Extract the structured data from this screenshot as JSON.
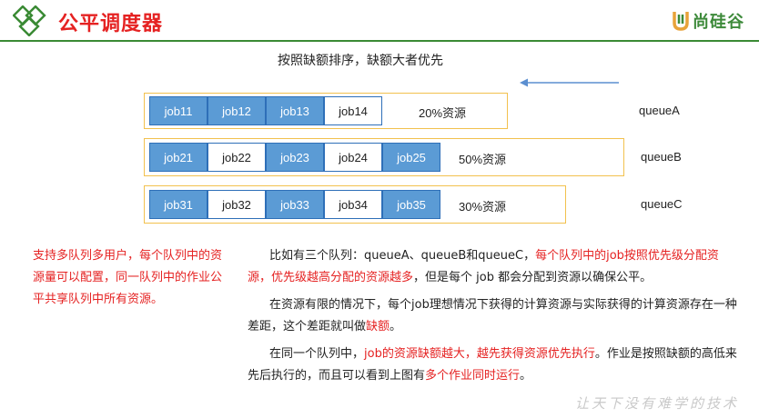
{
  "header": {
    "title": "公平调度器",
    "brand": "尚硅谷",
    "colors": {
      "title": "#e52222",
      "brand": "#3d8a3a",
      "rule": "#3a8a34",
      "job_filled": "#5b9bd5",
      "frame": "#f2c14e"
    }
  },
  "subtitle": "按照缺额排序，缺额大者优先",
  "queues": [
    {
      "name": "queueA",
      "share": "20%资源",
      "jobs": [
        {
          "label": "job11",
          "running": true
        },
        {
          "label": "job12",
          "running": true
        },
        {
          "label": "job13",
          "running": true
        },
        {
          "label": "job14",
          "running": false
        }
      ]
    },
    {
      "name": "queueB",
      "share": "50%资源",
      "jobs": [
        {
          "label": "job21",
          "running": true
        },
        {
          "label": "job22",
          "running": false
        },
        {
          "label": "job23",
          "running": true
        },
        {
          "label": "job24",
          "running": false
        },
        {
          "label": "job25",
          "running": true
        }
      ]
    },
    {
      "name": "queueC",
      "share": "30%资源",
      "jobs": [
        {
          "label": "job31",
          "running": true
        },
        {
          "label": "job32",
          "running": false
        },
        {
          "label": "job33",
          "running": true
        },
        {
          "label": "job34",
          "running": false
        },
        {
          "label": "job35",
          "running": true
        }
      ]
    }
  ],
  "left_note": "支持多队列多用户，每个队列中的资源量可以配置，同一队列中的作业公平共享队列中所有资源。",
  "explain": {
    "p1_a": "比如有三个队列：queueA、queueB和queueC，",
    "p1_b": "每个队列中的job按照优先级分配资源，优先级越高分配的资源越多",
    "p1_c": "，但是每个 job 都会分配到资源以确保公平。",
    "p2_a": "在资源有限的情况下，每个job理想情况下获得的计算资源与实际获得的计算资源存在一种差距，这个差距就叫做",
    "p2_b": "缺额",
    "p2_c": "。",
    "p3_a": "在同一个队列中，",
    "p3_b": "job的资源缺额越大，越先获得资源优先执行",
    "p3_c": "。作业是按照缺额的高低来先后执行的，而且可以看到上图有",
    "p3_d": "多个作业同时运行",
    "p3_e": "。"
  },
  "watermark": "让天下没有难学的技术"
}
